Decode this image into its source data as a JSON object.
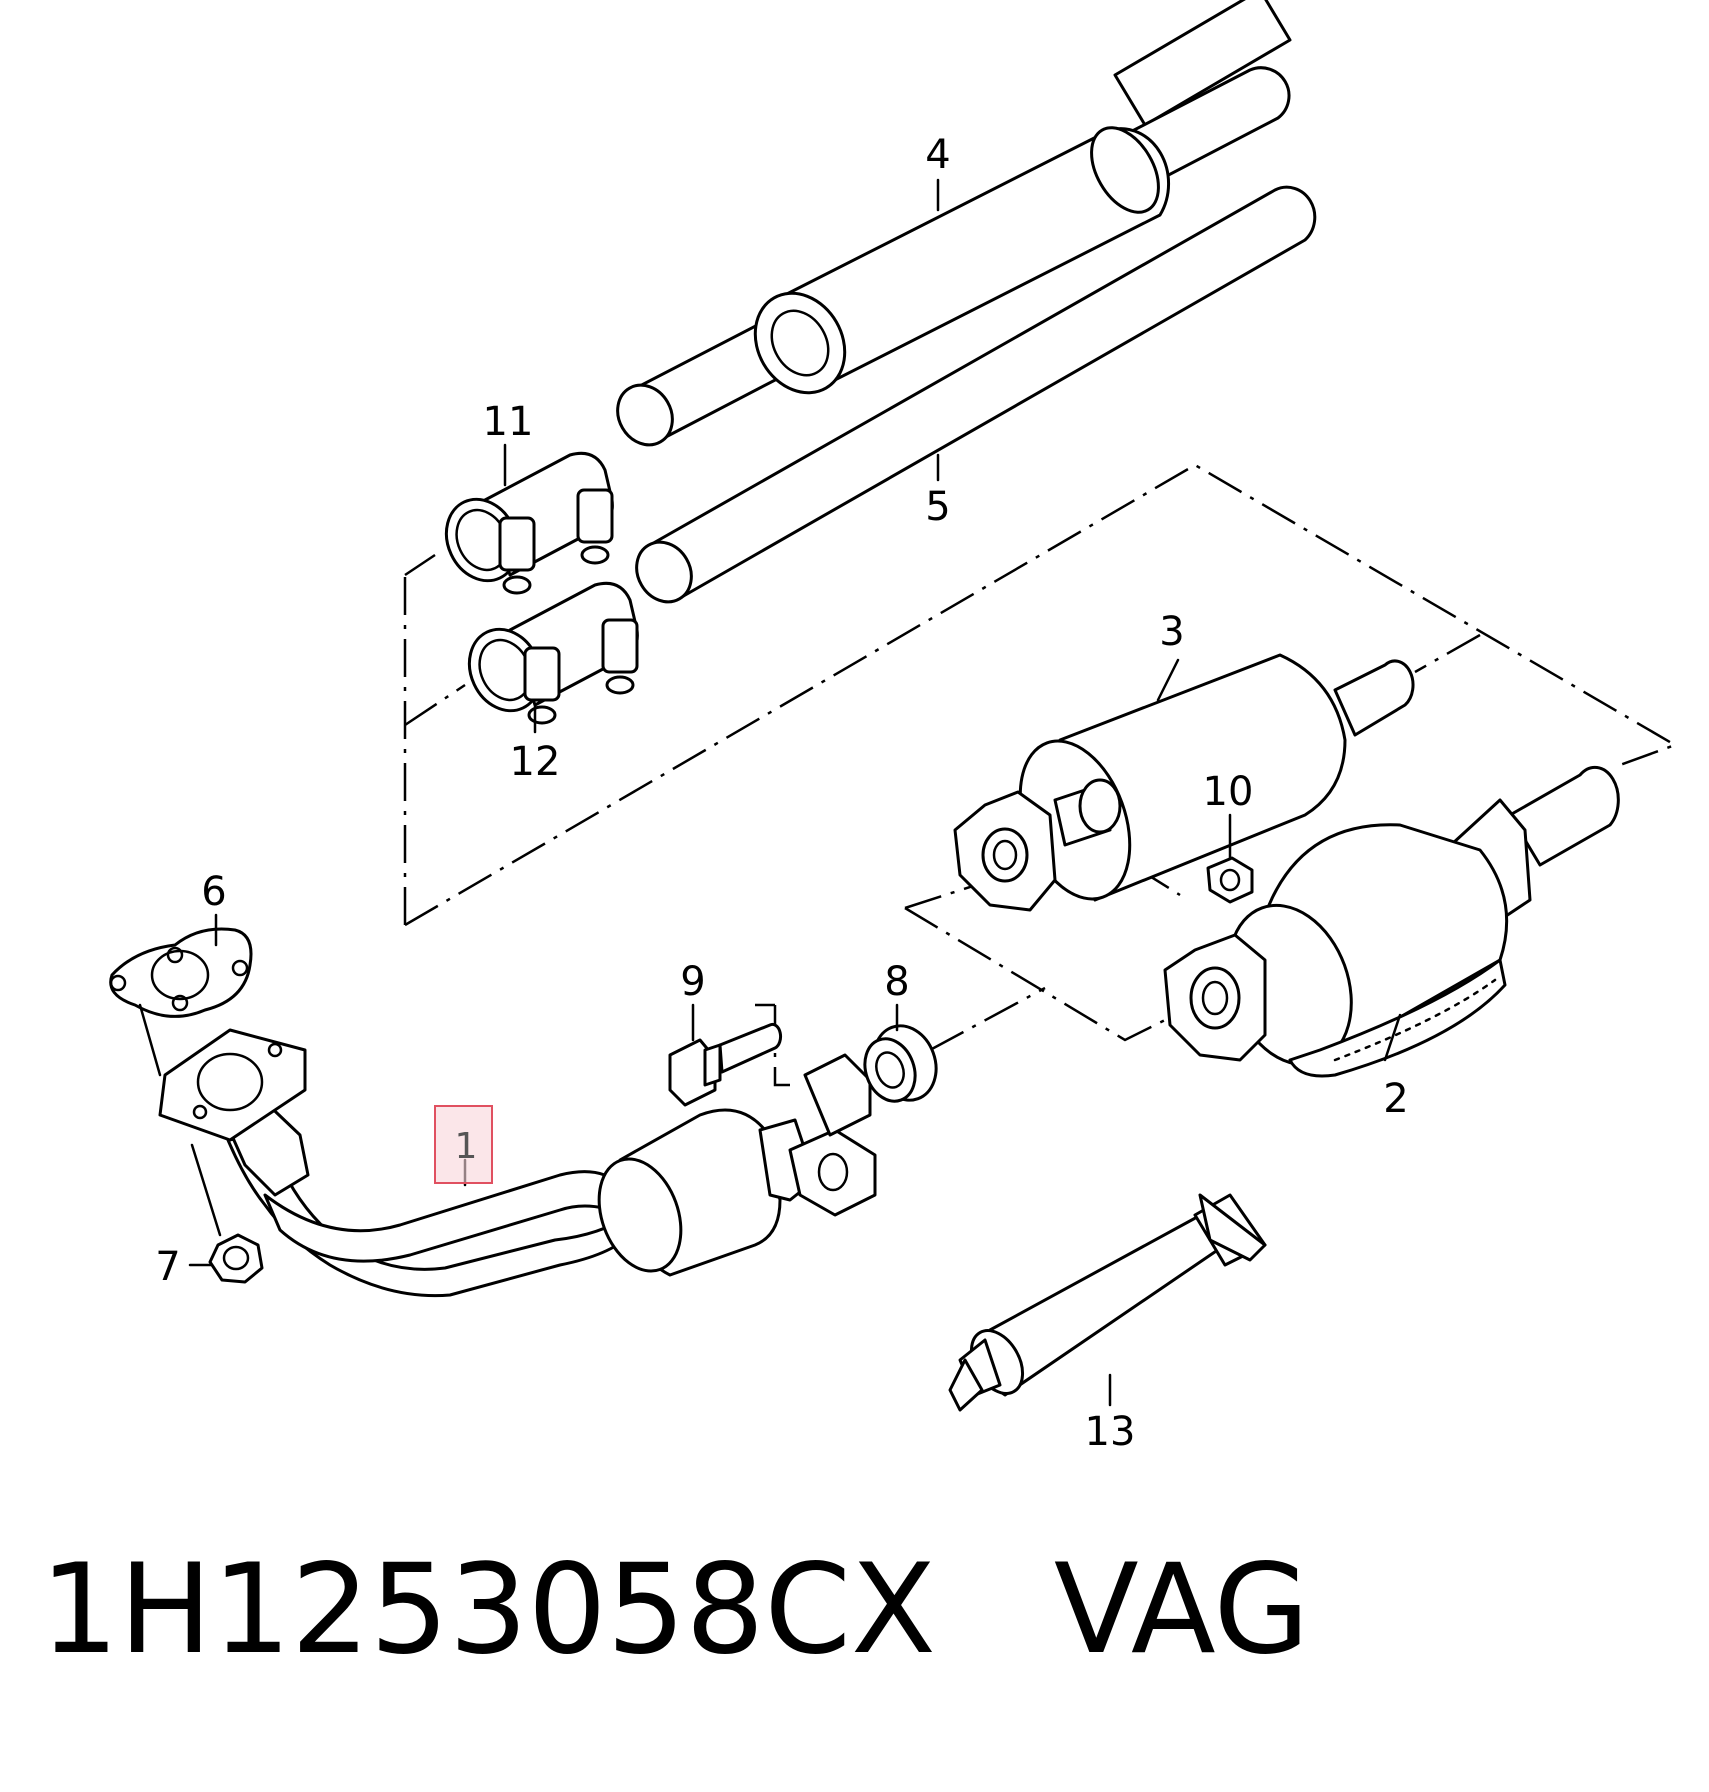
{
  "callouts": {
    "c1": "1",
    "c2": "2",
    "c3": "3",
    "c4": "4",
    "c5": "5",
    "c6": "6",
    "c7": "7",
    "c8": "8",
    "c9": "9",
    "c10": "10",
    "c11": "11",
    "c12": "12",
    "c13": "13"
  },
  "highlight": {
    "callout": "1",
    "color": "#f2aab0"
  },
  "footer": {
    "part_number": "1H1253058CX",
    "brand": "VAG"
  }
}
